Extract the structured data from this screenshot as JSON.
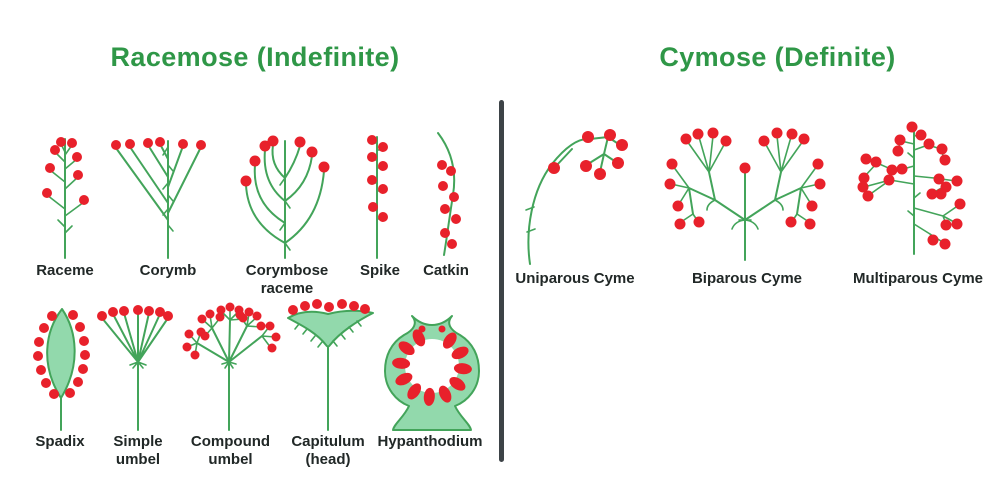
{
  "header": {
    "left_title": "Racemose (Indefinite)",
    "right_title": "Cymose (Definite)"
  },
  "racemose": {
    "row1": [
      {
        "label": "Raceme"
      },
      {
        "label": "Corymb"
      },
      {
        "label": "Corymbose raceme"
      },
      {
        "label": "Spike"
      },
      {
        "label": "Catkin"
      }
    ],
    "row2": [
      {
        "label": "Spadix"
      },
      {
        "label": "Simple umbel"
      },
      {
        "label": "Compound umbel"
      },
      {
        "label": "Capitulum (head)"
      },
      {
        "label": "Hypanthodium"
      }
    ]
  },
  "cymose": {
    "items": [
      {
        "label": "Uniparous Cyme"
      },
      {
        "label": "Biparous Cyme"
      },
      {
        "label": "Multiparous Cyme"
      }
    ]
  },
  "colors": {
    "heading_green": "#2f9747",
    "stem_green": "#43a45a",
    "leaf_fill_green": "#92d9ac",
    "flower_red": "#e8212b",
    "label_ink": "#212827",
    "divider_gray": "#3d4347"
  }
}
